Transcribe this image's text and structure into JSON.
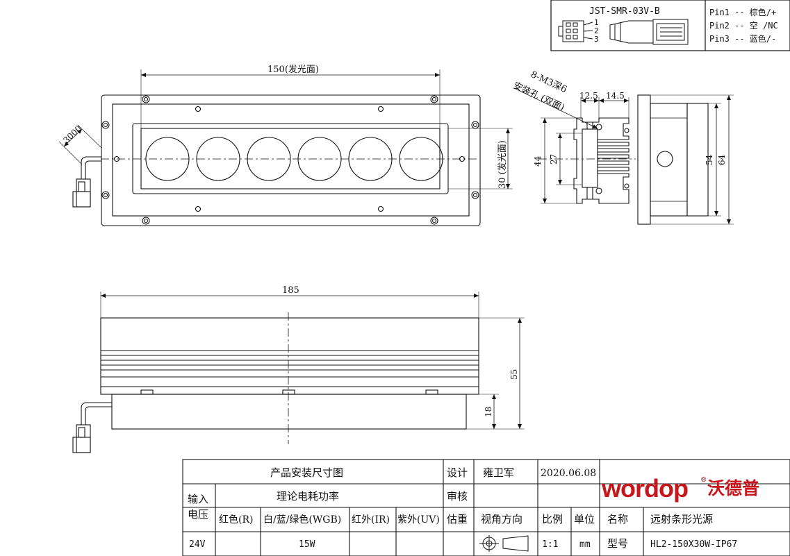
{
  "connector": {
    "part": "JST-SMR-03V-B",
    "pin_numbers": [
      "1",
      "2",
      "3"
    ],
    "pins": [
      "Pin1 -- 棕色/+",
      "Pin2 -- 空 /NC",
      "Pin3 -- 蓝色/-"
    ]
  },
  "top_view": {
    "width_label": "150(发光面)",
    "height_label": "30 (发光面)",
    "cable_label": "3000",
    "lens_count": 6
  },
  "side_view": {
    "hole_label": "8-M3深6",
    "hole_note": "安装孔 (双面)",
    "dim_12_5": "12.5",
    "dim_14_5": "14.5",
    "dim_44": "44",
    "dim_27": "27",
    "dim_54": "54",
    "dim_64": "64"
  },
  "front_view": {
    "length_label": "185",
    "height_label": "55",
    "lower_label": "18"
  },
  "title_block": {
    "drawing_title": "产品安装尺寸图",
    "design_label": "设计",
    "designer": "雍卫军",
    "date": "2020.06.08",
    "review_label": "审核",
    "estimate_label": "估重",
    "view_direction_label": "视角方向",
    "scale_label": "比例",
    "unit_label": "单位",
    "name_label": "名称",
    "model_label": "型号",
    "input_voltage_label": "输入电压",
    "power_label": "理论电耗功率",
    "col_red": "红色(R)",
    "col_wgb": "白/蓝/绿色(WGB)",
    "col_ir": "红外(IR)",
    "col_uv": "紫外(UV)",
    "voltage": "24V",
    "power": "15W",
    "scale": "1:1",
    "unit": "mm",
    "product_name": "远射条形光源",
    "model": "HL2-150X30W-IP67",
    "brand": "wordop",
    "brand_cn": "沃德普",
    "reg_mark": "®"
  }
}
